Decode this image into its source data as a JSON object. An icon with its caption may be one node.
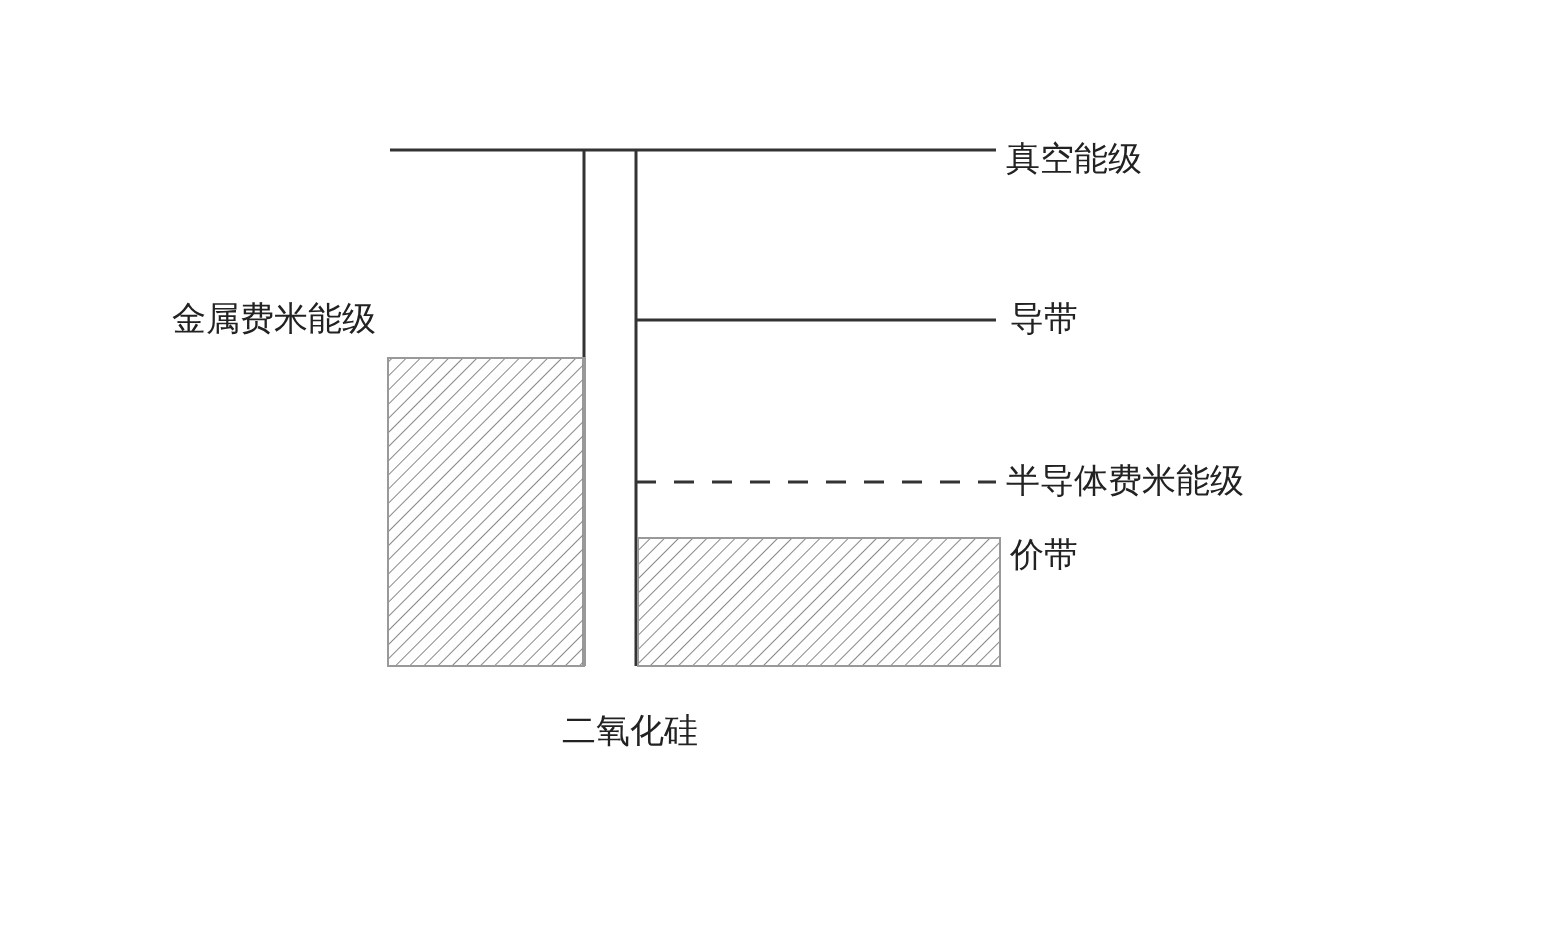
{
  "diagram": {
    "labels": [
      "真空能级",
      "金属费米能级",
      "导带",
      "半导体费米能级",
      "价带",
      "二氧化硅"
    ]
  }
}
